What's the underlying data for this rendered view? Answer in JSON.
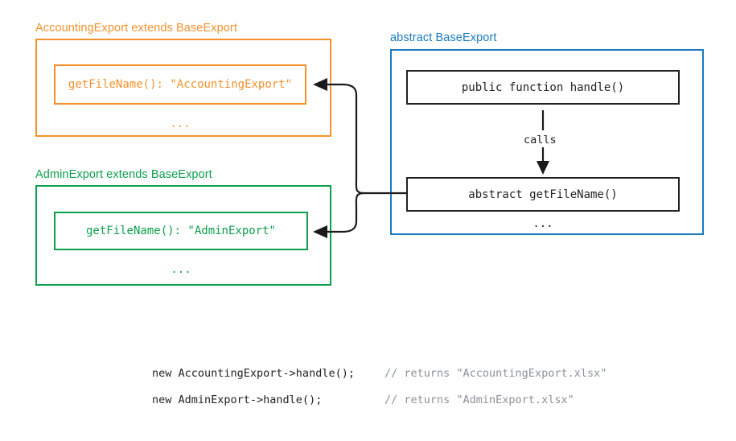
{
  "diagram": {
    "title": "abstract BaseExport inheritance diagram",
    "colors": {
      "orange": "#F5912B",
      "green": "#0DA04D",
      "blue": "#1A7BBF",
      "black": "#1A1A1A",
      "comment_gray": "#8C9199",
      "background": "#FFFFFF"
    }
  },
  "accounting_group": {
    "label": "AccountingExport extends BaseExport",
    "member": "getFileName(): \"AccountingExport\"",
    "ellipsis": "..."
  },
  "admin_group": {
    "label": "AdminExport extends BaseExport",
    "member": "getFileName(): \"AdminExport\"",
    "ellipsis": "..."
  },
  "base_group": {
    "label": "abstract BaseExport",
    "handle_method": "public function handle()",
    "calls_label": "calls",
    "abstract_method": "abstract getFileName()",
    "ellipsis": "..."
  },
  "usage": {
    "lines": [
      {
        "code": "new AccountingExport->handle();",
        "comment": "// returns \"AccountingExport.xlsx\""
      },
      {
        "code": "new AdminExport->handle();",
        "comment": "// returns \"AdminExport.xlsx\""
      }
    ]
  }
}
